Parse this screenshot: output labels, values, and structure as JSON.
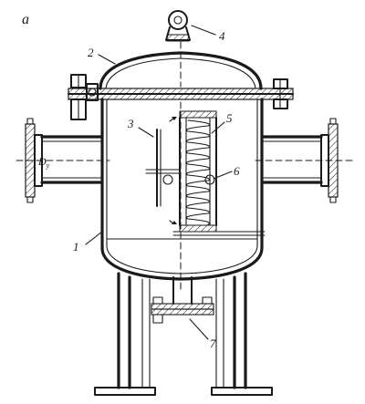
{
  "figure": {
    "panel_letter": "a",
    "nozzle_diameter_symbol": "D",
    "nozzle_diameter_subscript": "y",
    "callouts": [
      {
        "number": "1"
      },
      {
        "number": "2"
      },
      {
        "number": "3"
      },
      {
        "number": "4"
      },
      {
        "number": "5"
      },
      {
        "number": "6"
      },
      {
        "number": "7"
      }
    ]
  }
}
